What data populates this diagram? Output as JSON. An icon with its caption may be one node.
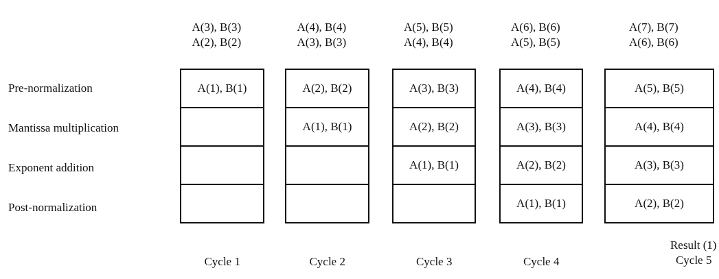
{
  "diagram": {
    "nodes": [
      {
        "text": [
          "A(1), B(1)"
        ]
      },
      {
        "text": [],
        "shape": "box"
      },
      {
        "text": [],
        "shape": "box"
      },
      {
        "text": [],
        "shape": "box"
      },
      {
        "text": [
          "A(2), B(2)"
        ]
      },
      {
        "text": [
          "A(1), B(1)"
        ]
      },
      {
        "text": [],
        "shape": "box"
      },
      {
        "text": [],
        "shape": "box"
      },
      {
        "text": [
          "A(3), B(3)"
        ]
      },
      {
        "text": [
          "A(2), B(2)"
        ]
      },
      {
        "text": [
          "A(1), B(1)"
        ]
      },
      {
        "text": [],
        "shape": "box"
      },
      {
        "text": [
          "A(4), B(4)"
        ]
      },
      {
        "text": [
          "A(3), B(3)"
        ]
      },
      {
        "text": [
          "A(2), B(2)"
        ]
      },
      {
        "text": [
          "A(1), B(1)"
        ]
      },
      {
        "text": [
          "A(5), B(5)"
        ]
      },
      {
        "text": [
          "A(4), B(4)"
        ]
      },
      {
        "text": [
          "A(3), B(3)"
        ]
      },
      {
        "text": [
          "A(2), B(2)"
        ]
      }
    ],
    "labels": [
      "A(3), B(3)",
      "A(2), B(2)",
      "A(4), B(4)",
      "A(3), B(3)",
      "A(5), B(5)",
      "A(4), B(4)",
      "A(6), B(6)",
      "A(5), B(5)",
      "A(7), B(7)",
      "A(6), B(6)",
      "Pre-normalization",
      "Mantissa multiplication",
      "Exponent addition",
      "Post-normalization",
      "Result (1)",
      "Cycle 1",
      "Cycle 2",
      "Cycle 3",
      "Cycle 4",
      "Cycle 5"
    ]
  }
}
